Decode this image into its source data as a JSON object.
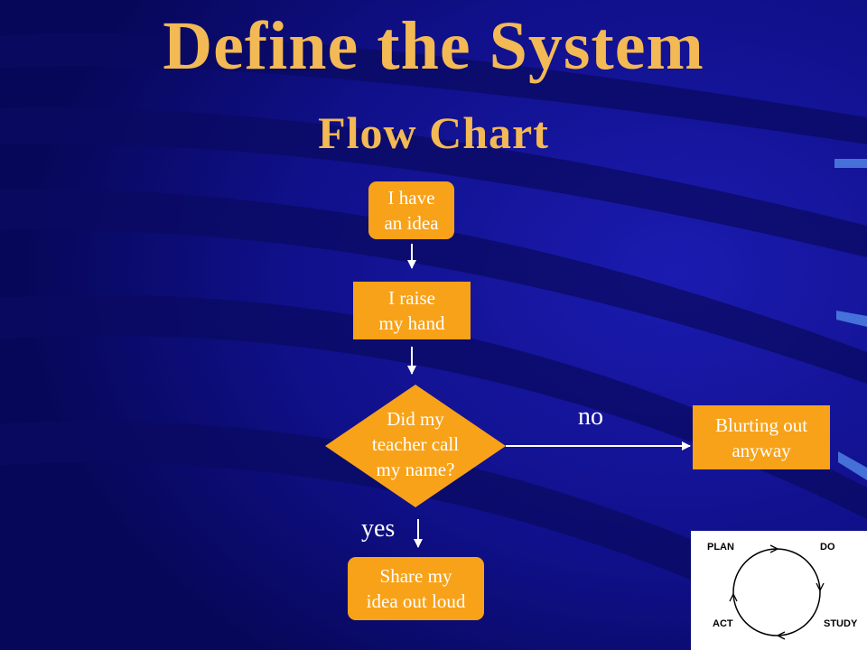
{
  "slide": {
    "title": "Define the System",
    "subtitle": "Flow Chart"
  },
  "flowchart": {
    "nodes": {
      "start": "I have\nan idea",
      "raise": "I raise\nmy hand",
      "decision": "Did my\nteacher call\n my name?",
      "share": "Share my\nidea out loud",
      "blurt": "Blurting out\nanyway"
    },
    "edges": {
      "no_label": "no",
      "yes_label": "yes"
    }
  },
  "pdsa_cycle": {
    "plan": "PLAN",
    "do": "DO",
    "study": "STUDY",
    "act": "ACT"
  },
  "colors": {
    "background": "#0a0a5e",
    "title": "#f2b955",
    "node_fill": "#f8a219",
    "node_text": "#ffffff"
  }
}
